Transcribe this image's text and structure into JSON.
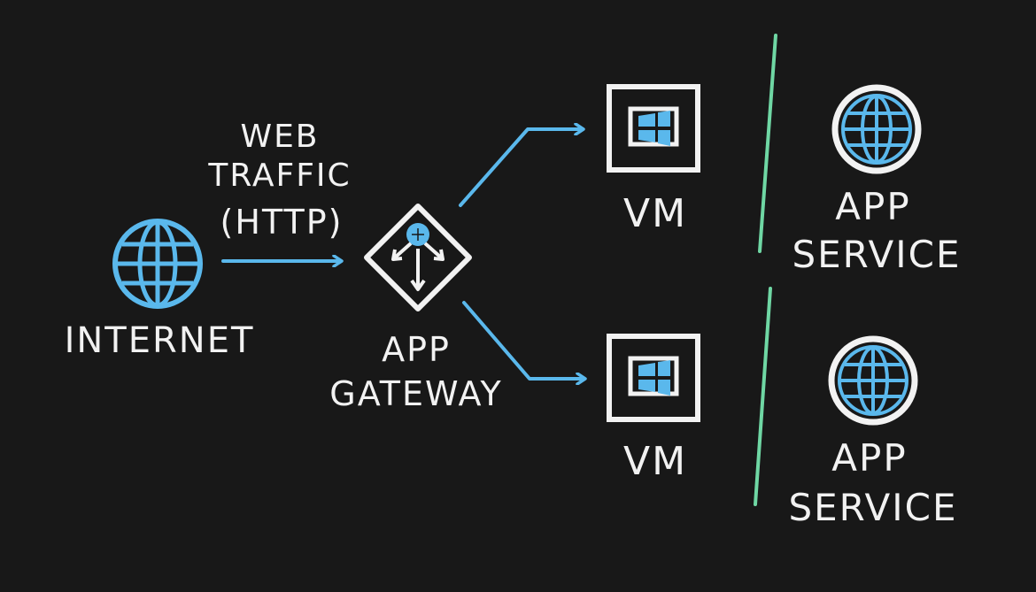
{
  "colors": {
    "background": "#181818",
    "ink": "#f2f2f2",
    "accent_blue": "#5ab8ec",
    "divider_green": "#6fd7a4"
  },
  "internet": {
    "label": "INTERNET",
    "icon": "globe-icon"
  },
  "traffic": {
    "line1": "WEB",
    "line2": "TRAFFIC",
    "line3": "(HTTP)"
  },
  "gateway": {
    "line1": "APP",
    "line2": "GATEWAY",
    "icon": "app-gateway-icon"
  },
  "vms": [
    {
      "label": "VM",
      "icon": "windows-vm-icon"
    },
    {
      "label": "VM",
      "icon": "windows-vm-icon"
    }
  ],
  "app_services": [
    {
      "line1": "APP",
      "line2": "SERVICE",
      "icon": "globe-icon"
    },
    {
      "line1": "APP",
      "line2": "SERVICE",
      "icon": "globe-icon"
    }
  ]
}
